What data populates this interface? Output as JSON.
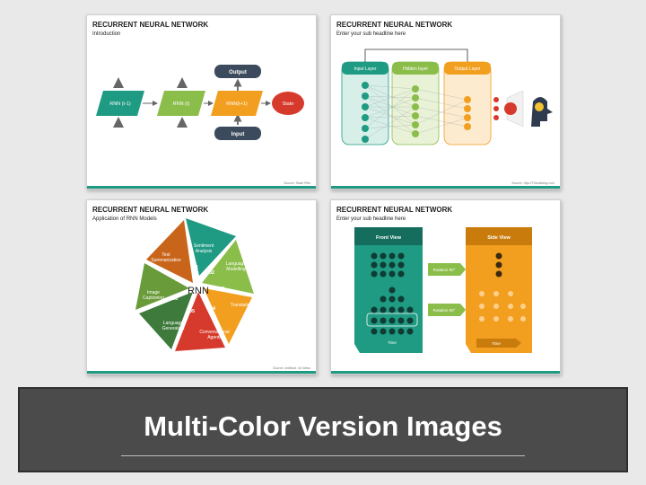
{
  "colors": {
    "teal": "#1f9a83",
    "green": "#8bbd4a",
    "orange": "#f29f1f",
    "red": "#d63a2c",
    "navy": "#3b4a5c",
    "darkgreen": "#3e7a3c",
    "olive": "#6a9b3a"
  },
  "slide1": {
    "title": "RECURRENT NEURAL NETWORK",
    "subtitle": "Introduction",
    "rnn_prev": "RNN (t-1)",
    "rnn_cur": "RNN (t)",
    "rnn_next": "RNN(t+1)",
    "state": "State",
    "output": "Output",
    "input": "Input",
    "source": "Source: State.Pilot"
  },
  "slide2": {
    "title": "RECURRENT NEURAL NETWORK",
    "subtitle": "Enter your sub headline here",
    "input_layer": "Input Layer",
    "hidden_layer": "Hidden layer",
    "output_layer": "Output Layer",
    "source": "Source: http://Tihookblog.com"
  },
  "slide3": {
    "title": "RECURRENT NEURAL NETWORK",
    "subtitle": "Application of RNN Models",
    "center": "RNN",
    "items": [
      {
        "num": "01",
        "label1": "Sentiment",
        "label2": "Analysis"
      },
      {
        "num": "02",
        "label1": "Language",
        "label2": "Modelling"
      },
      {
        "num": "03",
        "label1": "Translation",
        "label2": ""
      },
      {
        "num": "04",
        "label1": "Conversational",
        "label2": "Agents"
      },
      {
        "num": "05",
        "label1": "Language",
        "label2": "Generation"
      },
      {
        "num": "06",
        "label1": "Image",
        "label2": "Captioning"
      },
      {
        "num": "07",
        "label1": "Text",
        "label2": "Summarization"
      }
    ],
    "source": "Source: Artificial / AI Ideas"
  },
  "slide4": {
    "title": "RECURRENT NEURAL NETWORK",
    "subtitle": "Enter your sub headline here",
    "front_view": "Front View",
    "side_view": "Side View",
    "rotation1": "Rotation 90°",
    "rotation2": "Rotation 90°",
    "time_front": "Time",
    "time_side": "Time"
  },
  "banner": {
    "title": "Multi-Color Version Images"
  }
}
